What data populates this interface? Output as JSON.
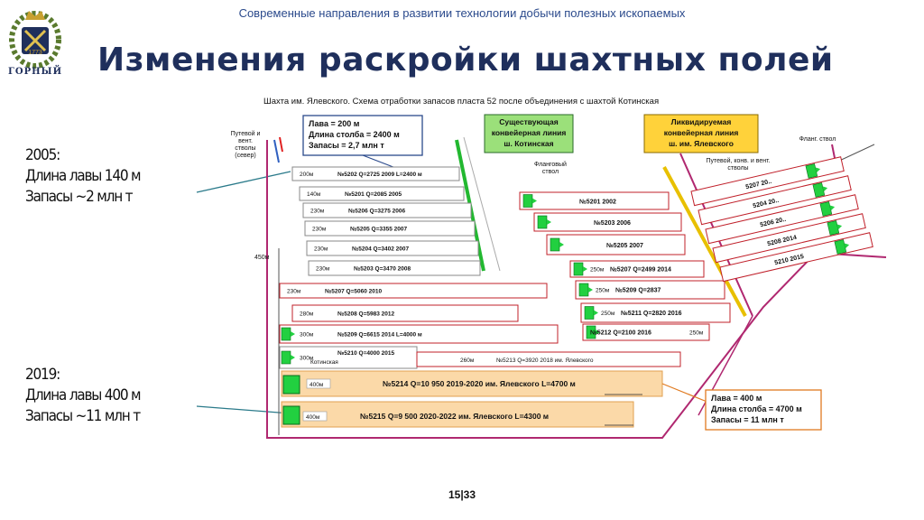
{
  "header": {
    "subtitle": "Современные направления в развитии технологии добычи полезных ископаемых",
    "title": "Изменения раскройки шахтных полей",
    "logo_text": "ГОРНЫЙ",
    "logo_year": "1773"
  },
  "notes": {
    "y2005": {
      "year": "2005:",
      "length": "Длина лавы 140 м",
      "reserves": "Запасы ~2 млн т"
    },
    "y2019": {
      "year": "2019:",
      "length": "Длина лавы 400 м",
      "reserves": "Запасы ~11 млн т"
    }
  },
  "diagram": {
    "title": "Шахта им. Ялевского. Схема отработки запасов пласта 52 после объединения с шахтой Котинская",
    "callout_top": {
      "l1": "Лава = 200 м",
      "l2": "Длина столба = 2400 м",
      "l3": "Запасы = 2,7 млн т"
    },
    "callout_bottom": {
      "l1": "Лава = 400 м",
      "l2": "Длина столба = 4700 м",
      "l3": "Запасы = 11 млн т"
    },
    "legend_green": {
      "l1": "Существующая",
      "l2": "конвейерная линия",
      "l3": "ш. Котинская"
    },
    "legend_yellow": {
      "l1": "Ликвидируемая",
      "l2": "конвейерная линия",
      "l3": "ш. им. Ялевского"
    },
    "shafts_north": {
      "l1": "Путевой и",
      "l2": "вент.",
      "l3": "стволы",
      "l4": "(север)"
    },
    "flank_shaft_mid": {
      "l1": "Фланговый",
      "l2": "ствол"
    },
    "flank_shaft_right": "Фланг. ствол",
    "shafts_right": {
      "l1": "Путевой, конв. и вент.",
      "l2": "стволы"
    },
    "label_450": "450м",
    "left_panels": [
      {
        "w": "200м",
        "text": "№5202  Q=2725   2009   L=2400 м"
      },
      {
        "w": "140м",
        "text": "№5201  Q=2085     2005"
      },
      {
        "w": "230м",
        "text": "№5206  Q=3275      2006"
      },
      {
        "w": "230м",
        "text": "№5205  Q=3355      2007"
      },
      {
        "w": "230м",
        "text": "№5204  Q=3402      2007"
      },
      {
        "w": "230м",
        "text": "№5203  Q=3470      2008"
      },
      {
        "w": "230м",
        "text": "№5207   Q=5060      2010"
      },
      {
        "w": "280м",
        "text": "№5208  Q=5983  2012"
      },
      {
        "w": "300м",
        "text": "№5209  Q=6615     2014    L=4000 м"
      },
      {
        "w": "300м",
        "text": "№5210  Q=4000  2015",
        "sub": "Котинская"
      }
    ],
    "mid_panels": [
      {
        "text": "№5201   2002"
      },
      {
        "text": "№5203   2006"
      },
      {
        "text": "№5205   2007"
      }
    ],
    "right_mid_panels": [
      {
        "w": "250м",
        "text": "№5207 Q=2499  2014"
      },
      {
        "w": "250м",
        "text": "№5209 Q=2837"
      },
      {
        "w": "250м",
        "text": "№5211 Q=2820  2016"
      },
      {
        "w": "250м",
        "text": "№5212  Q=2100  2016"
      }
    ],
    "panel_5213": {
      "w": "260м",
      "text": "№5213     Q=3920  2018      им. Ялевского"
    },
    "diag_panels": [
      "5207  20..",
      "5204  20..",
      "5206  20..",
      "5208  2014",
      "5210  2015"
    ],
    "new_panels": [
      {
        "w": "400м",
        "text": "№5214  Q=10 950  2019-2020  им. Ялевского     L=4700 м"
      },
      {
        "w": "400м",
        "text": "№5215  Q=9 500  2020-2022     им. Ялевского    L=4300 м"
      }
    ]
  },
  "footer": {
    "page": "15|33"
  }
}
